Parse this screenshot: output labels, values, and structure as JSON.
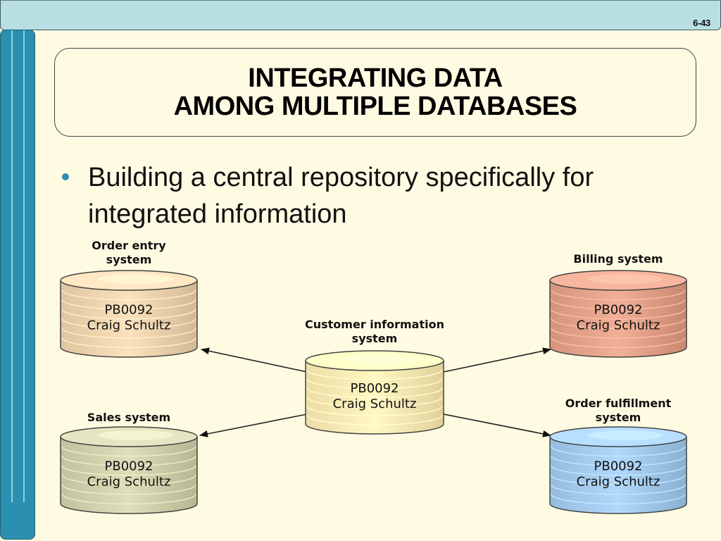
{
  "slide": {
    "number": "6-43",
    "title_lines": [
      "INTEGRATING DATA",
      "AMONG MULTIPLE DATABASES"
    ],
    "bullet": "Building a central repository specifically for integrated information"
  },
  "colors": {
    "header_bar": "#b9dfe2",
    "sidebar": "#2b8fb0",
    "background": "#fffbe2"
  },
  "diagram": {
    "hub": {
      "label_lines": [
        "Customer information",
        "system"
      ],
      "record_id": "PB0092",
      "record_name": "Craig Schultz",
      "color": "#f8e6b0"
    },
    "databases": [
      {
        "id": "order-entry",
        "label_lines": [
          "Order entry",
          "system"
        ],
        "record_id": "PB0092",
        "record_name": "Craig Schultz",
        "color": "#e9cfaa"
      },
      {
        "id": "billing",
        "label_lines": [
          "Billing system"
        ],
        "record_id": "PB0092",
        "record_name": "Craig Schultz",
        "color": "#df9d85"
      },
      {
        "id": "sales",
        "label_lines": [
          "Sales system"
        ],
        "record_id": "PB0092",
        "record_name": "Craig Schultz",
        "color": "#cdcca8"
      },
      {
        "id": "order-fulfillment",
        "label_lines": [
          "Order fulfillment",
          "system"
        ],
        "record_id": "PB0092",
        "record_name": "Craig Schultz",
        "color": "#9fc6e8"
      }
    ],
    "arrows": [
      {
        "from": "hub",
        "to": "order-entry"
      },
      {
        "from": "hub",
        "to": "billing"
      },
      {
        "from": "hub",
        "to": "sales"
      },
      {
        "from": "hub",
        "to": "order-fulfillment"
      }
    ]
  }
}
